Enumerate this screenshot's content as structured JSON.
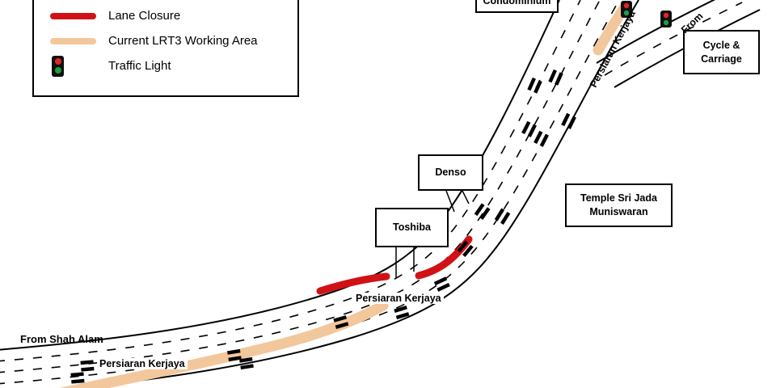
{
  "colors": {
    "lane_closure": "#d01217",
    "working_area": "#f3c79c",
    "signal_body": "#111111",
    "signal_red": "#e0262b",
    "signal_green": "#1e9e3e"
  },
  "legend": {
    "items": [
      {
        "label": "Lane Closure"
      },
      {
        "label": "Current LRT3 Working Area"
      },
      {
        "label": "Traffic Light"
      }
    ]
  },
  "road_labels": {
    "from_shah_alam": "From Shah Alam",
    "persiaran_kerjaya_sw": "Persiaran Kerjaya",
    "persiaran_kerjaya_mid": "Persiaran Kerjaya",
    "persiaran_kerjaya_ne": "Persiaran Kerjaya",
    "from_ne": "From"
  },
  "places": {
    "condominium": {
      "label": "Condominium"
    },
    "cycle_carriage": {
      "label": "Cycle &\nCarriage"
    },
    "denso": {
      "label": "Denso"
    },
    "toshiba": {
      "label": "Toshiba"
    },
    "temple": {
      "label": "Temple Sri Jada\nMuniswaran"
    }
  }
}
